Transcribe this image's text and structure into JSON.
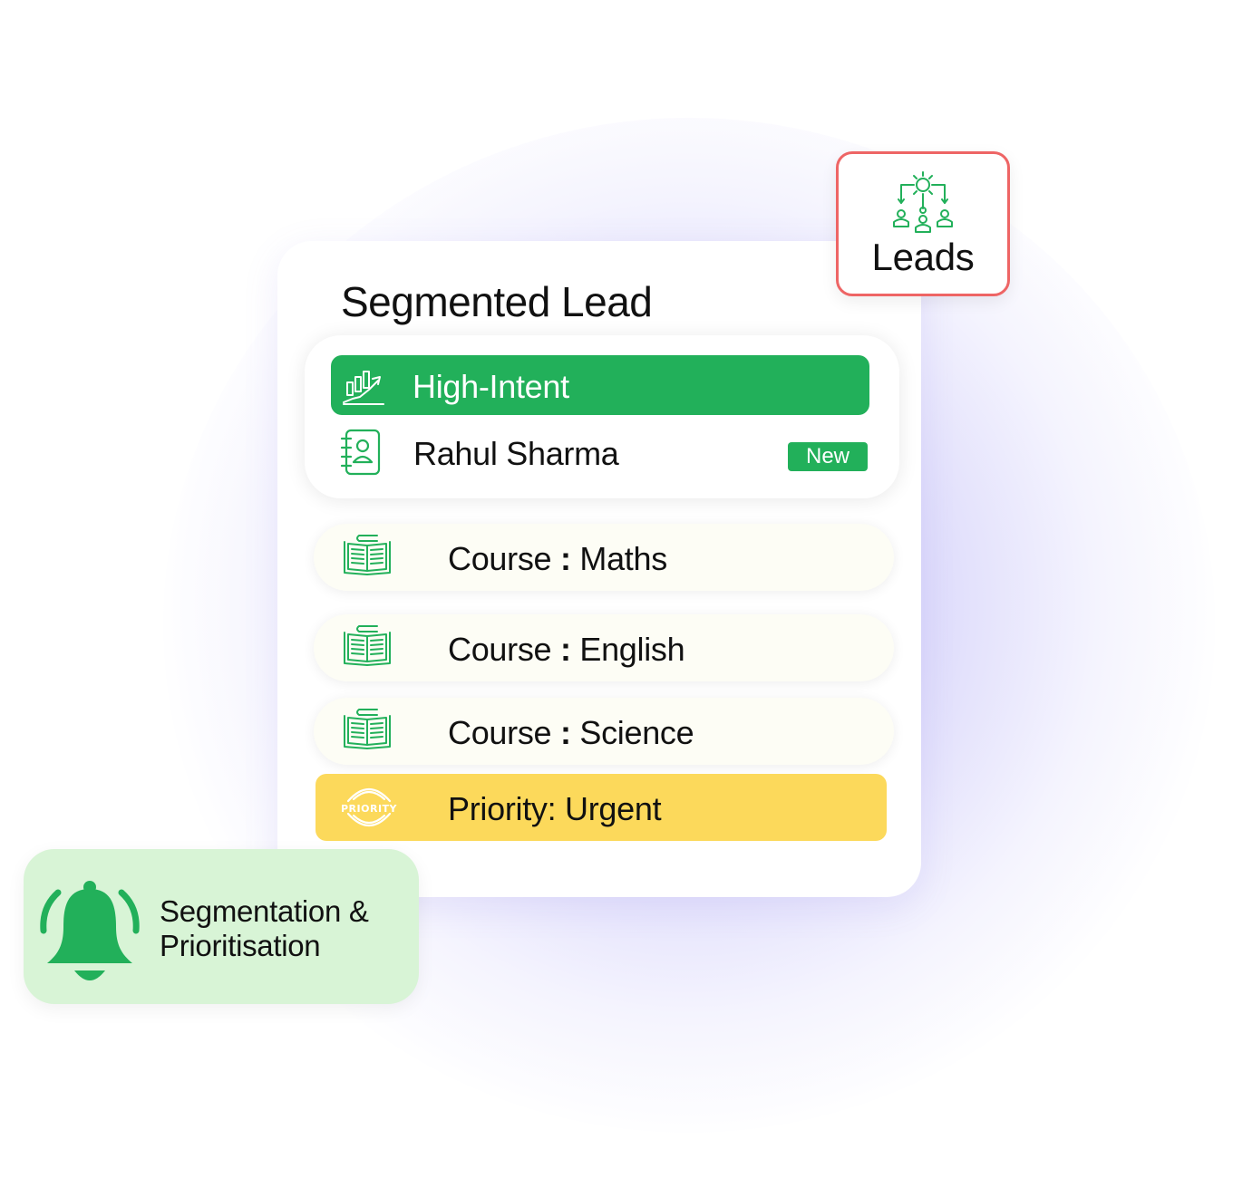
{
  "card": {
    "title": "Segmented Lead",
    "segment": {
      "label": "High-Intent",
      "icon": "growth-chart-icon"
    },
    "contact": {
      "name": "Rahul Sharma",
      "badge": "New",
      "icon": "contact-book-icon"
    },
    "courses": [
      {
        "prefix": "Course",
        "separator": ":",
        "name": "Maths",
        "icon": "open-book-icon"
      },
      {
        "prefix": "Course",
        "separator": ":",
        "name": "English",
        "icon": "open-book-icon"
      },
      {
        "prefix": "Course",
        "separator": ":",
        "name": "Science",
        "icon": "open-book-icon"
      }
    ],
    "priority": {
      "label": "Priority:",
      "value": "Urgent",
      "stamp_text": "PRIORITY",
      "icon": "priority-stamp-icon"
    }
  },
  "leads_card": {
    "label": "Leads",
    "icon": "team-network-icon"
  },
  "segmentation_card": {
    "line1": "Segmentation &",
    "line2": "Prioritisation",
    "icon": "bell-icon"
  },
  "colors": {
    "green": "#22b05a",
    "priority_yellow": "#fcd95b",
    "leads_border": "#ee6565",
    "segmentation_bg": "#d8f4d6",
    "glow": "#b0aaf6"
  }
}
